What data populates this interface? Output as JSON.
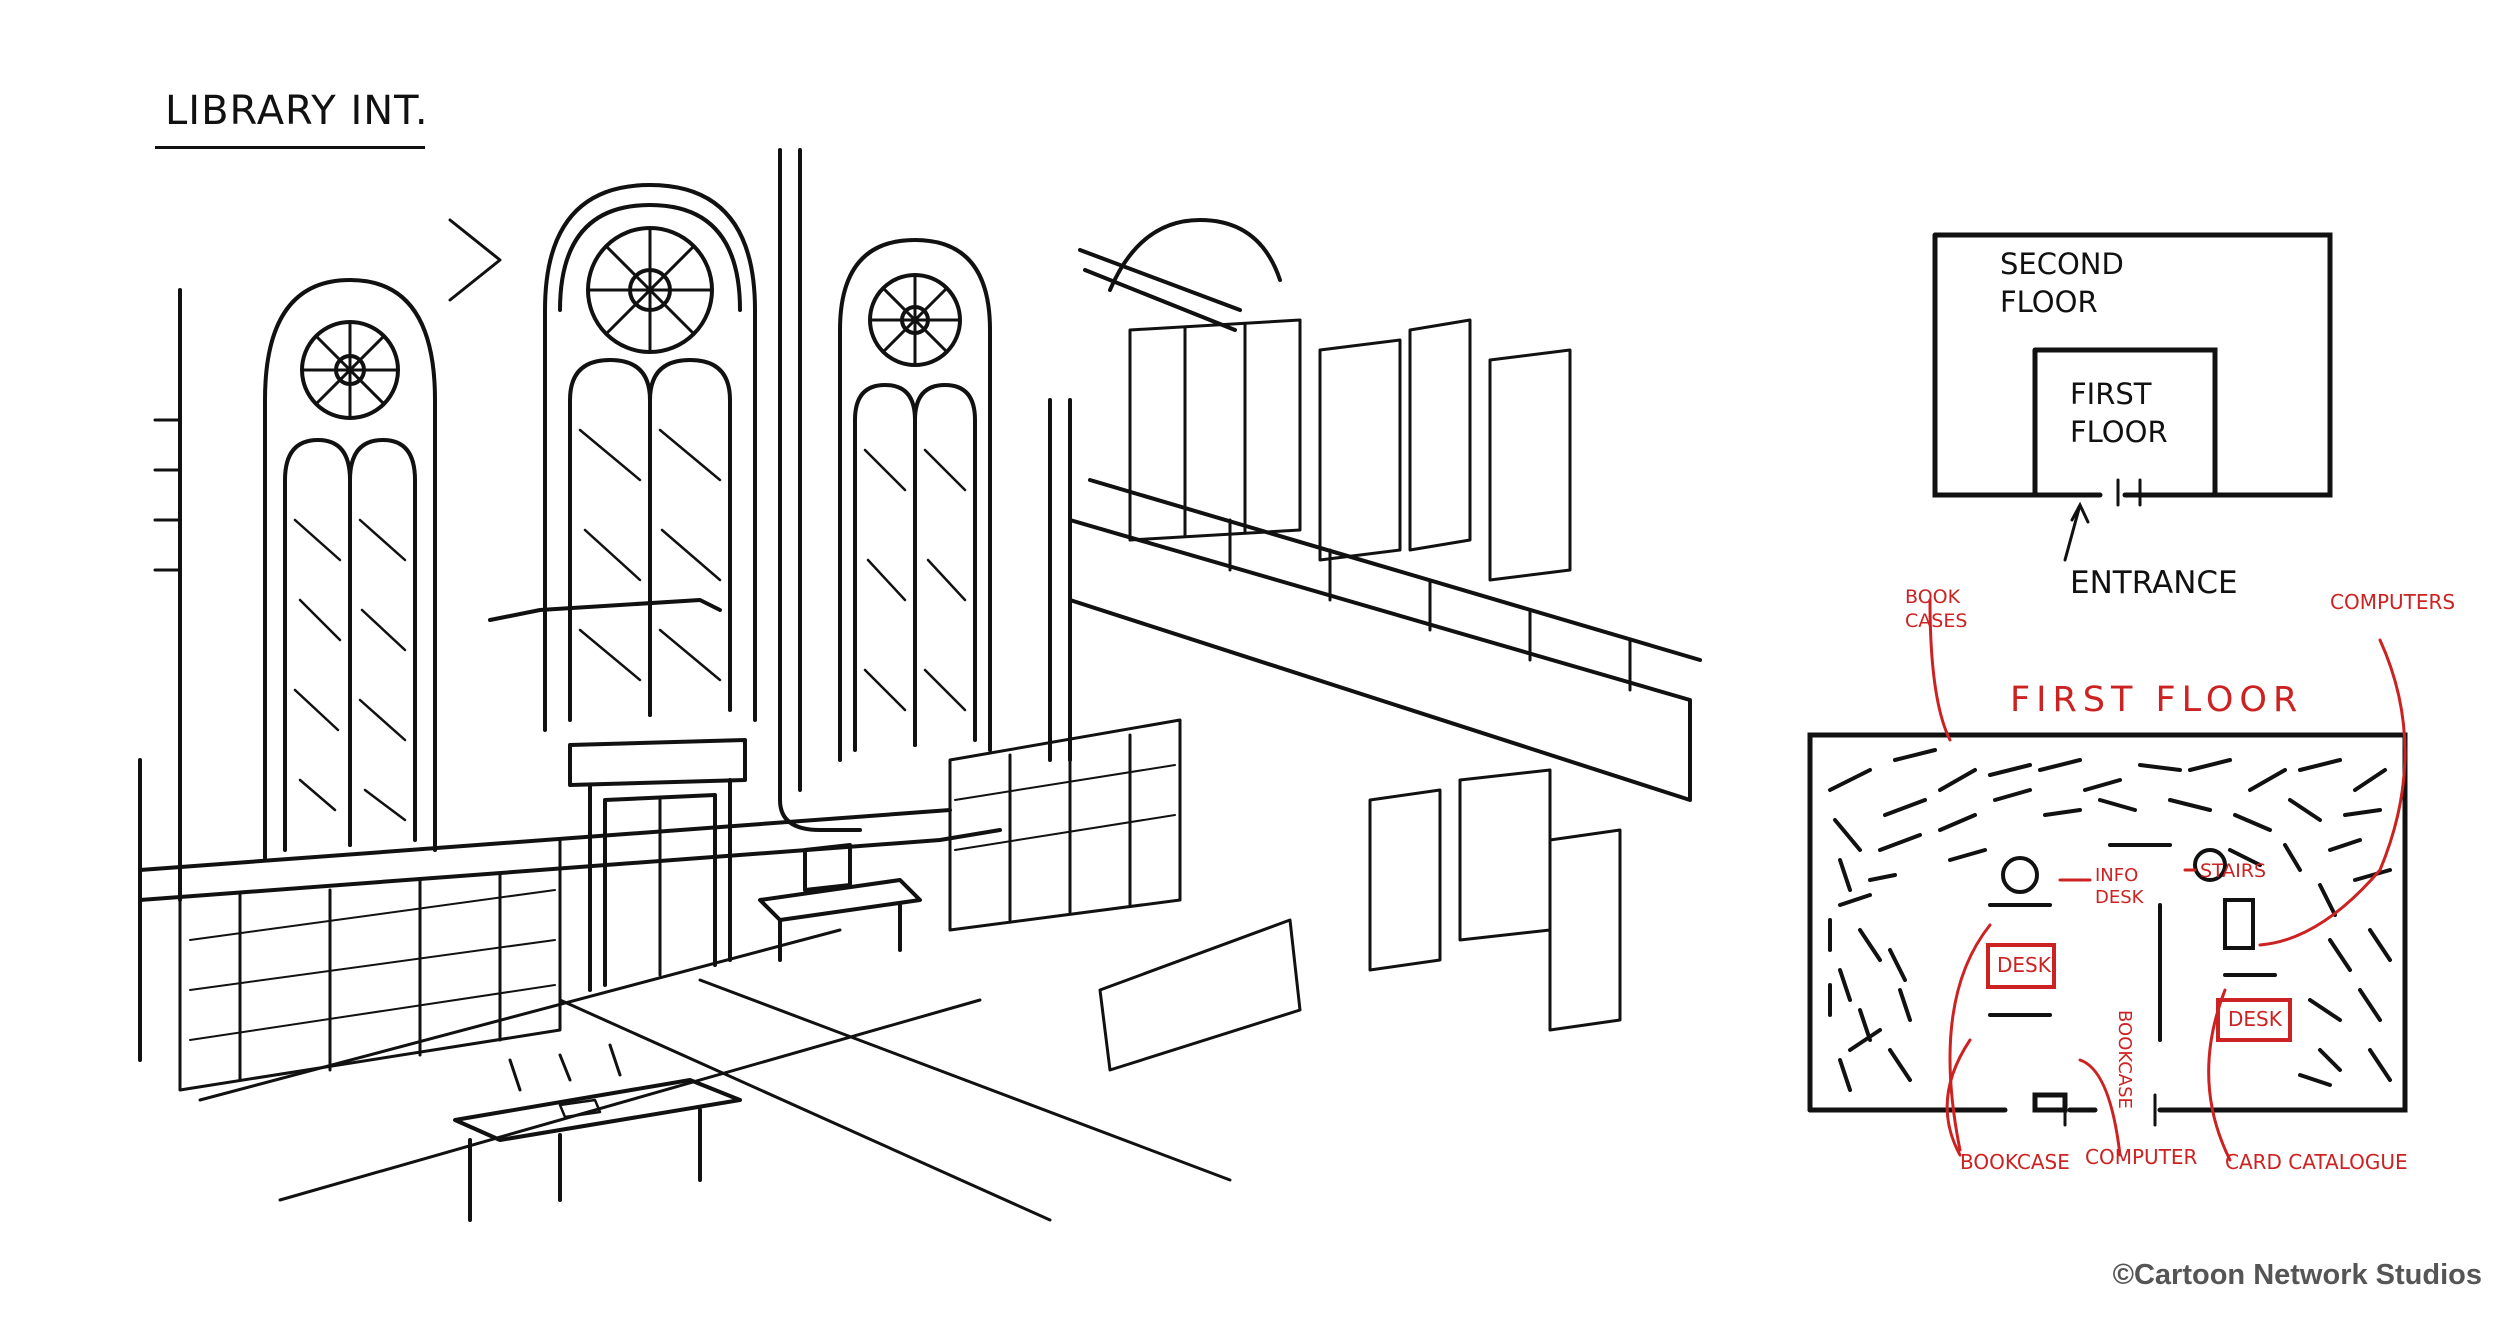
{
  "title": "LIBRARY INT.",
  "copyright": "©Cartoon Network Studios",
  "overview": {
    "second_floor": "SECOND FLOOR",
    "first_floor": "FIRST FLOOR",
    "entrance": "ENTRANCE"
  },
  "first_floor_plan": {
    "heading": "FIRST FLOOR",
    "labels": {
      "book_cases": "BOOK CASES",
      "computers": "COMPUTERS",
      "info_desk": "INFO DESK",
      "stairs": "STAIRS",
      "bookcase_center": "BOOKCASE",
      "desk_left": "DESK",
      "desk_right": "DESK",
      "bookcase_bottom": "BOOKCASE",
      "computer": "COMPUTER",
      "card_catalogue": "CARD CATALOGUE"
    }
  },
  "colors": {
    "ink": "#111111",
    "annotation": "#cc2222",
    "copyright": "#555555"
  }
}
